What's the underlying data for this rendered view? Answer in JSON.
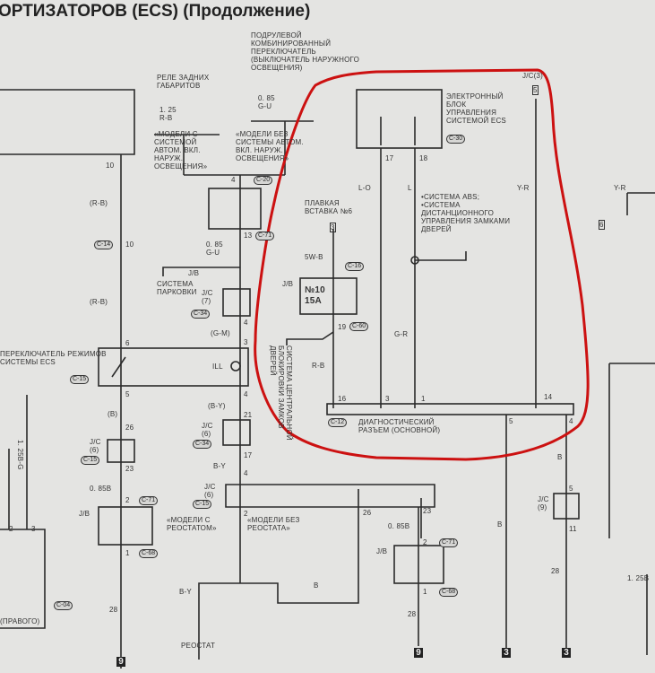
{
  "title": "ОРТИЗАТОРОВ (ECS) (Продолжение)",
  "labels": {
    "column_switch": "ПОДРУЛЕВОЙ\nКОМБИНИРОВАННЫЙ\nПЕРЕКЛЮЧАТЕЛЬ\n(ВЫКЛЮЧАТЕЛЬ НАРУЖНОГО\nОСВЕЩЕНИЯ)",
    "tail_relay": "РЕЛЕ ЗАДНИХ\nГАБАРИТОВ",
    "wire_125": "1. 25\nR-B",
    "wire_085_gu": "0. 85\nG-U",
    "models_with": "«МОДЕЛИ С\nСИСТЕМОЙ\nАВТОМ. ВКЛ.\nНАРУЖ.\nОСВЕЩЕНИЯ»",
    "models_without": "«МОДЕЛИ БЕЗ\nСИСТЕМЫ АВТОМ.\nВКЛ. НАРУЖ.\nОСВЕЩЕНИЯ»",
    "ecu": "ЭЛЕКТРОННЫЙ\nБЛОК\nУПРАВЛЕНИЯ\nСИСТЕМОЙ ECS",
    "ecu_tag": "C-30",
    "jc3": "J/C(3)",
    "jc3_num": "5",
    "pin17": "17",
    "pin18": "18",
    "wire_lo": "L-O",
    "wire_l": "L",
    "wire_yr": "Y-R",
    "wire_yr_right": "Y-R",
    "fusible_link": "ПЛАВКАЯ\nВСТАВКА №6",
    "fusible_num": "3",
    "wire_5wb": "5W-B",
    "tag_c16": "C-16",
    "jb": "J/B",
    "fuse": "№10\n15A",
    "pin19": "19",
    "tag_c60": "C-60",
    "abs_note": "•СИСТЕМА ABS;\n•СИСТЕМА\nДИСТАНЦИОННОГО\nУПРАВЛЕНИЯ ЗАМКАМИ\nДВЕРЕЙ",
    "wire_gr": "G-R",
    "wire_rb": "R-B",
    "central_lock": "СИСТЕМА ЦЕНТРАЛЬНОЙ\nБЛОКИРОВКИ ЗАМКОВ\nДВЕРЕЙ",
    "diag_pins": [
      "16",
      "3",
      "1",
      "14",
      "5",
      "4"
    ],
    "diag_tag": "C-12",
    "diag_conn": "ДИАГНОСТИЧЕСКИЙ\nРАЗЪЕМ (ОСНОВНОЙ)",
    "parking": "СИСТЕМА\nПАРКОВКИ",
    "ecs_switch": "ПЕРЕКЛЮЧАТЕЛЬ РЕЖИМОВ\nСИСТЕМЫ ECS",
    "ill": "ILL",
    "rb1": "(R-B)",
    "rb2": "(R-B)",
    "gm": "(G-M)",
    "by_p": "(B-Y)",
    "b_p": "(B)",
    "by1": "B-Y",
    "by2": "B-Y",
    "w_085b_l": "0. 85B",
    "w_085b_r": "0. 85B",
    "w_085gu2": "0. 85\nG-U",
    "jc7": "J/C\n(7)",
    "jc6a": "J/C\n(6)",
    "jc6b": "J/C\n(6)",
    "jc6c": "J/C\n(6)",
    "jc9": "J/C\n(9)",
    "model_reo_with": "«МОДЕЛИ С\nРЕОСТАТОМ»",
    "model_reo_without": "«МОДЕЛИ БЕЗ\nРЕОСТАТА»",
    "rheostat": "РЕОСТАТ",
    "wire_b": "B",
    "wire_b2": "B",
    "wire_b3": "B",
    "w_125g": "1. 25B-G",
    "w_125b": "1. 25B",
    "right_pravogo": "(ПРАВОГО)",
    "pins": {
      "p10a": "10",
      "p10b": "10",
      "p6": "6",
      "p5": "5",
      "p26": "26",
      "p23": "23",
      "p2": "2",
      "p1": "1",
      "p28": "28",
      "p13": "13",
      "p4a": "4",
      "p3": "3",
      "p4b": "4",
      "p21": "21",
      "p17": "17",
      "p4c": "4",
      "p2b": "2",
      "p26b": "26",
      "p23b": "23",
      "p2c": "2",
      "p1b": "1",
      "p28b": "28",
      "p2d": "2",
      "p3d": "3",
      "p5r": "5",
      "p11": "11",
      "p28c": "28",
      "p4top": "4",
      "p6r": "6"
    },
    "tags": {
      "c20": "C-20",
      "c71a": "C-71",
      "c14": "C-14",
      "c34": "C-34",
      "c15a": "C-15",
      "c71b": "C-71",
      "c68a": "C-68",
      "c15b": "C-15",
      "c34b": "C-34",
      "c71c": "C-71",
      "c68b": "C-68",
      "c04": "C-04",
      "c15c": "C-15"
    },
    "ground": [
      "9",
      "9",
      "3",
      "3"
    ]
  },
  "colors": {
    "annotation": "#cc1111",
    "ink": "#2a2a2a",
    "paper": "#e4e4e2"
  }
}
